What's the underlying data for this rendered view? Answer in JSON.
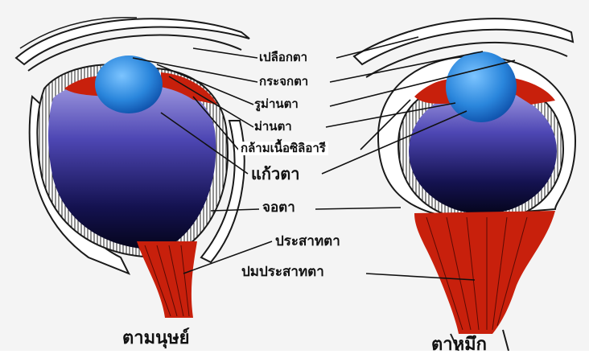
{
  "labels": {
    "eyelid": "เปลือกตา",
    "cornea": "กระจกตา",
    "pupil": "รูม่านตา",
    "iris": "ม่านตา",
    "ciliary_muscle": "กล้ามเนื้อซิลิอารี",
    "lens": "แก้วตา",
    "retina": "จอตา",
    "optic_nerve": "ประสาทตา",
    "optic_disc": "ปมประสาทตา"
  },
  "captions": {
    "human": "ตามนุษย์",
    "squid": "ตาหมึก"
  },
  "colors": {
    "background": "#f4f4f4",
    "line": "#1a1a1a",
    "lens": "#2f8fe0",
    "eyeball_top": "#8a86d8",
    "eyeball_bottom": "#0a0a30",
    "muscle": "#c8200c"
  }
}
